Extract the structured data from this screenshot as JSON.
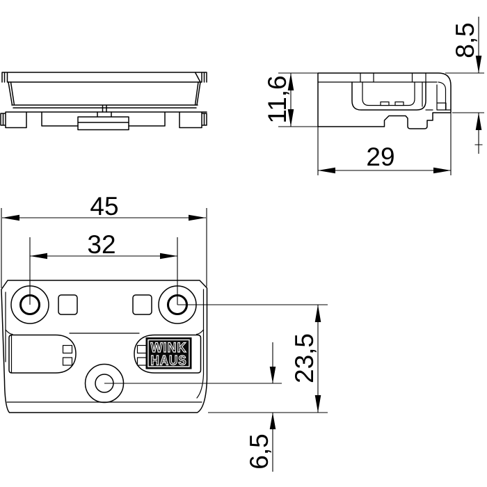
{
  "drawing": {
    "type": "technical-drawing",
    "part": "winkhaus-striker-plate",
    "colors": {
      "line": "#000000",
      "background": "#ffffff",
      "logo_plate": "#0a0a0a",
      "logo_letters": "#ffffff"
    },
    "dimensions": {
      "total_width": "45",
      "hole_spacing": "32",
      "depth": "29",
      "top_height": "8,5",
      "total_height": "11,6",
      "hole_axis_to_bottom": "23,5",
      "small_hole_to_bottom": "6,5"
    },
    "logo": {
      "line1": "WINK",
      "line2": "HAUS"
    }
  }
}
